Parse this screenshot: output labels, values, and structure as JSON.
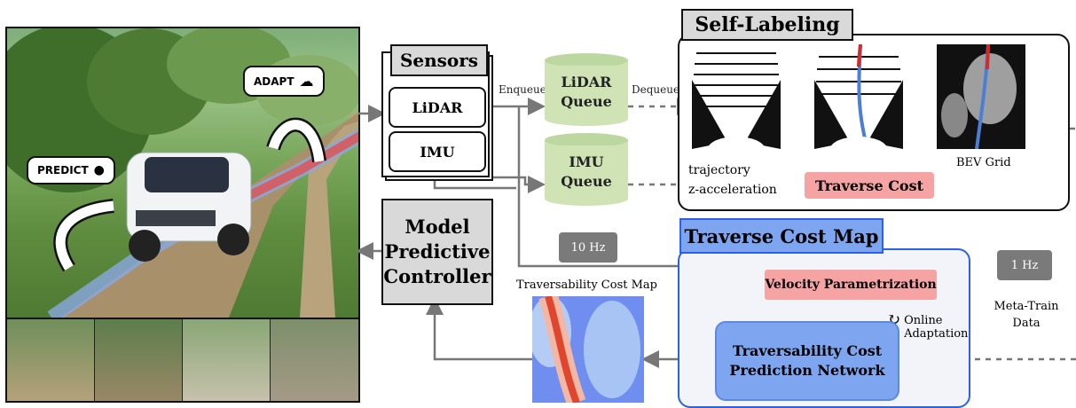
{
  "photo_labels": {
    "adapt": "ADAPT",
    "predict": "PREDICT"
  },
  "sensors": {
    "title": "Sensors",
    "lidar": "LiDAR",
    "imu": "IMU"
  },
  "arrows": {
    "enqueue": "Enqueue",
    "dequeue": "Dequeue"
  },
  "queues": {
    "lidar": "LiDAR Queue",
    "imu": "IMU Queue"
  },
  "self_labeling": {
    "title": "Self-Labeling",
    "trajectory": "trajectory",
    "z_acc": "z-acceleration",
    "traverse_cost": "Traverse Cost",
    "bev_grid": "BEV Grid"
  },
  "mpc": {
    "line1": "Model",
    "line2": "Predictive",
    "line3": "Controller"
  },
  "rates": {
    "ten_hz": "10 Hz",
    "one_hz": "1 Hz"
  },
  "cost_map_caption": "Traversability Cost Map",
  "traverse_cost_map": {
    "title": "Traverse Cost Map",
    "velocity": "Velocity Parametrization",
    "online_line1": "Online",
    "online_line2": "Adaptation",
    "network_line1": "Traversability Cost",
    "network_line2": "Prediction Network"
  },
  "meta_train": {
    "line1": "Meta-Train",
    "line2": "Data"
  },
  "colors": {
    "queue": "#cfe3b5",
    "traverse_cost": "#f5a3a3",
    "network": "#7ea6f0",
    "panel_border": "#2b61e6"
  }
}
